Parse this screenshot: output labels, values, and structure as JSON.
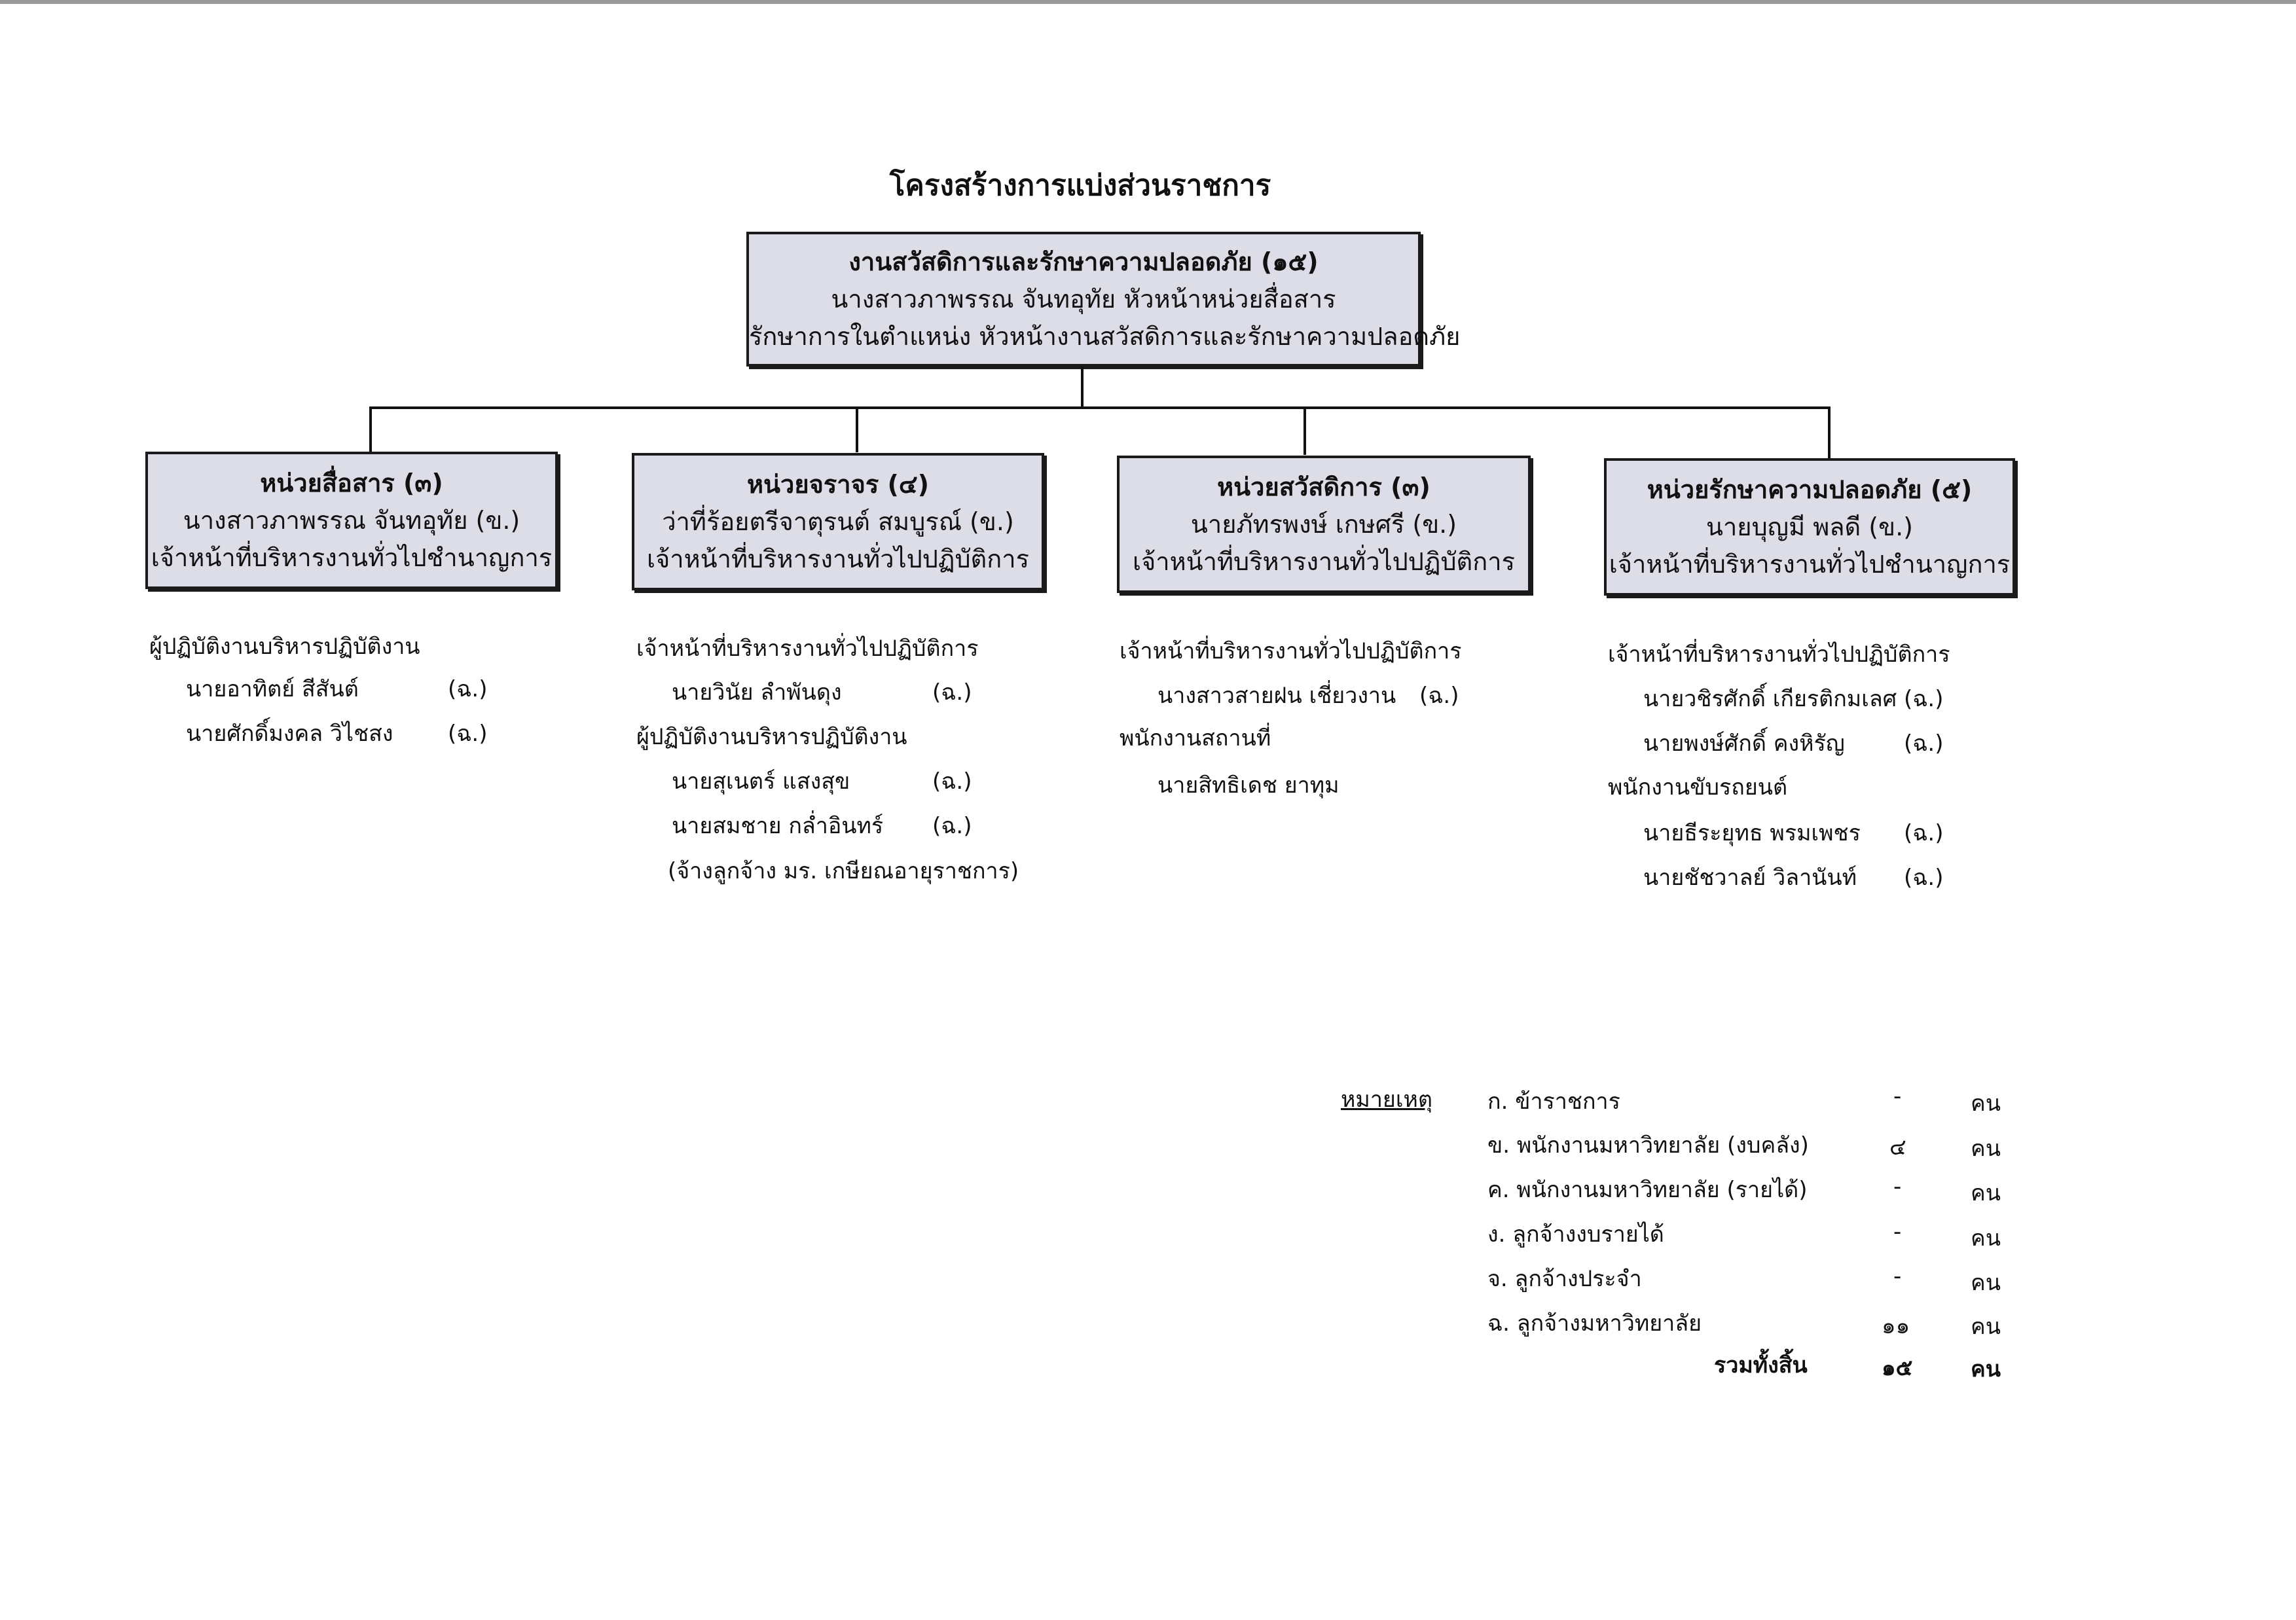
{
  "title": "โครงสร้างการแบ่งส่วนราชการ",
  "top_unit": {
    "name": "งานสวัสดิการและรักษาความปลอดภัย (๑๕)",
    "head": "นางสาวภาพรรณ  จันทอุทัย หัวหน้าหน่วยสื่อสาร",
    "role": "รักษาการในตำแหน่ง หัวหน้างานสวัสดิการและรักษาความปลอดภัย"
  },
  "units": [
    {
      "name": "หน่วยสื่อสาร (๓)",
      "head": "นางสาวภาพรรณ  จันทอุทัย (ข.)",
      "role": "เจ้าหน้าที่บริหารงานทั่วไปชำนาญการ",
      "groups": [
        {
          "heading": "ผู้ปฏิบัติงานบริหารปฏิบัติงาน",
          "members": [
            {
              "name": "นายอาทิตย์  สีสันต์",
              "code": "(ฉ.)"
            },
            {
              "name": "นายศักดิ์มงคล  วิไชสง",
              "code": "(ฉ.)"
            }
          ]
        }
      ]
    },
    {
      "name": "หน่วยจราจร (๔)",
      "head": "ว่าที่ร้อยตรีจาตุรนต์  สมบูรณ์ (ข.)",
      "role": "เจ้าหน้าที่บริหารงานทั่วไปปฏิบัติการ",
      "groups": [
        {
          "heading": "เจ้าหน้าที่บริหารงานทั่วไปปฏิบัติการ",
          "members": [
            {
              "name": "นายวินัย  ลำพันดุง",
              "code": "(ฉ.)"
            }
          ]
        },
        {
          "heading": "ผู้ปฏิบัติงานบริหารปฏิบัติงาน",
          "members": [
            {
              "name": "นายสุเนตร์  แสงสุข",
              "code": "(ฉ.)"
            },
            {
              "name": "นายสมชาย  กล่ำอินทร์",
              "code": "(ฉ.)"
            }
          ]
        }
      ],
      "footnote": "(จ้างลูกจ้าง มร. เกษียณอายุราชการ)"
    },
    {
      "name": "หน่วยสวัสดิการ (๓)",
      "head": "นายภัทรพงษ์  เกษศรี  (ข.)",
      "role": "เจ้าหน้าที่บริหารงานทั่วไปปฏิบัติการ",
      "groups": [
        {
          "heading": "เจ้าหน้าที่บริหารงานทั่วไปปฏิบัติการ",
          "members": [
            {
              "name": "นางสาวสายฝน  เชี่ยวงาน",
              "code": "(ฉ.)"
            }
          ]
        },
        {
          "heading": "พนักงานสถานที่",
          "members": [
            {
              "name": "นายสิทธิเดช  ยาทุม",
              "code": ""
            }
          ]
        }
      ]
    },
    {
      "name": "หน่วยรักษาความปลอดภัย (๕)",
      "head": "นายบุญมี  พลดี  (ข.)",
      "role": "เจ้าหน้าที่บริหารงานทั่วไปชำนาญการ",
      "groups": [
        {
          "heading": "เจ้าหน้าที่บริหารงานทั่วไปปฏิบัติการ",
          "members": [
            {
              "name": "นายวชิรศักดิ์  เกียรติกมเลศ",
              "code": "(ฉ.)"
            },
            {
              "name": "นายพงษ์ศักดิ์  คงหิรัญ",
              "code": "(ฉ.)"
            }
          ]
        },
        {
          "heading": "พนักงานขับรถยนต์",
          "members": [
            {
              "name": "นายธีระยุทธ  พรมเพชร",
              "code": "(ฉ.)"
            },
            {
              "name": "นายชัชวาลย์  วิลานันท์",
              "code": "(ฉ.)"
            }
          ]
        }
      ]
    }
  ],
  "remarks": {
    "label": "หมายเหตุ",
    "unit": "คน",
    "items": [
      {
        "label": "ก. ข้าราชการ",
        "count": "-"
      },
      {
        "label": "ข. พนักงานมหาวิทยาลัย (งบคลัง)",
        "count": "๔"
      },
      {
        "label": "ค. พนักงานมหาวิทยาลัย (รายได้)",
        "count": "-"
      },
      {
        "label": "ง. ลูกจ้างงบรายได้",
        "count": "-"
      },
      {
        "label": "จ. ลูกจ้างประจำ",
        "count": "-"
      },
      {
        "label": "ฉ. ลูกจ้างมหาวิทยาลัย",
        "count": "๑๑"
      }
    ],
    "total_label": "รวมทั้งสิ้น",
    "total_count": "๑๕"
  }
}
